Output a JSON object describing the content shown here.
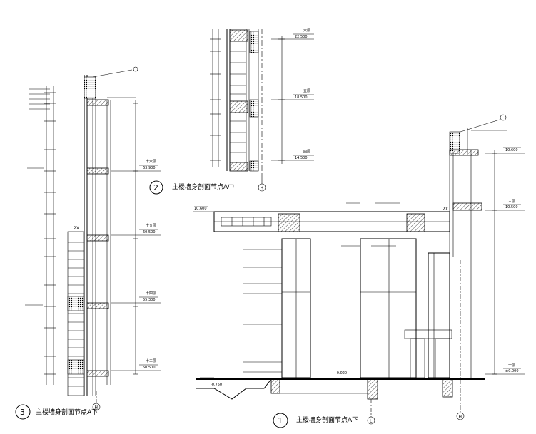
{
  "drawing": {
    "details": [
      {
        "id": "detail-1",
        "number": "1",
        "title": "主楼墙身剖面节点A下",
        "axis": "L"
      },
      {
        "id": "detail-2",
        "number": "2",
        "title": "主楼墙身剖面节点A中",
        "axis": "H"
      },
      {
        "id": "detail-3",
        "number": "3",
        "title": "主楼墙身剖面节点A下",
        "axis": "H"
      }
    ],
    "levels_top": [
      {
        "name": "六层",
        "value": "22.500"
      },
      {
        "name": "五层",
        "value": "18.500"
      },
      {
        "name": "四层",
        "value": "14.500"
      }
    ],
    "levels_left": [
      {
        "name": "十六层",
        "value": "63.900"
      },
      {
        "name": "十五层",
        "value": "60.500"
      },
      {
        "name": "十四层",
        "value": "55.300"
      },
      {
        "name": "十三层",
        "value": "50.500"
      }
    ],
    "levels_right": [
      {
        "name": "",
        "value": "10.600"
      },
      {
        "name": "三层",
        "value": "10.500"
      },
      {
        "name": "一层",
        "value": "±0.000"
      },
      {
        "name": "",
        "value": "-0.750"
      },
      {
        "name": "",
        "value": "-0.020"
      }
    ],
    "misc": {
      "canopy_level": "10.600",
      "note_2x": "2X"
    }
  }
}
